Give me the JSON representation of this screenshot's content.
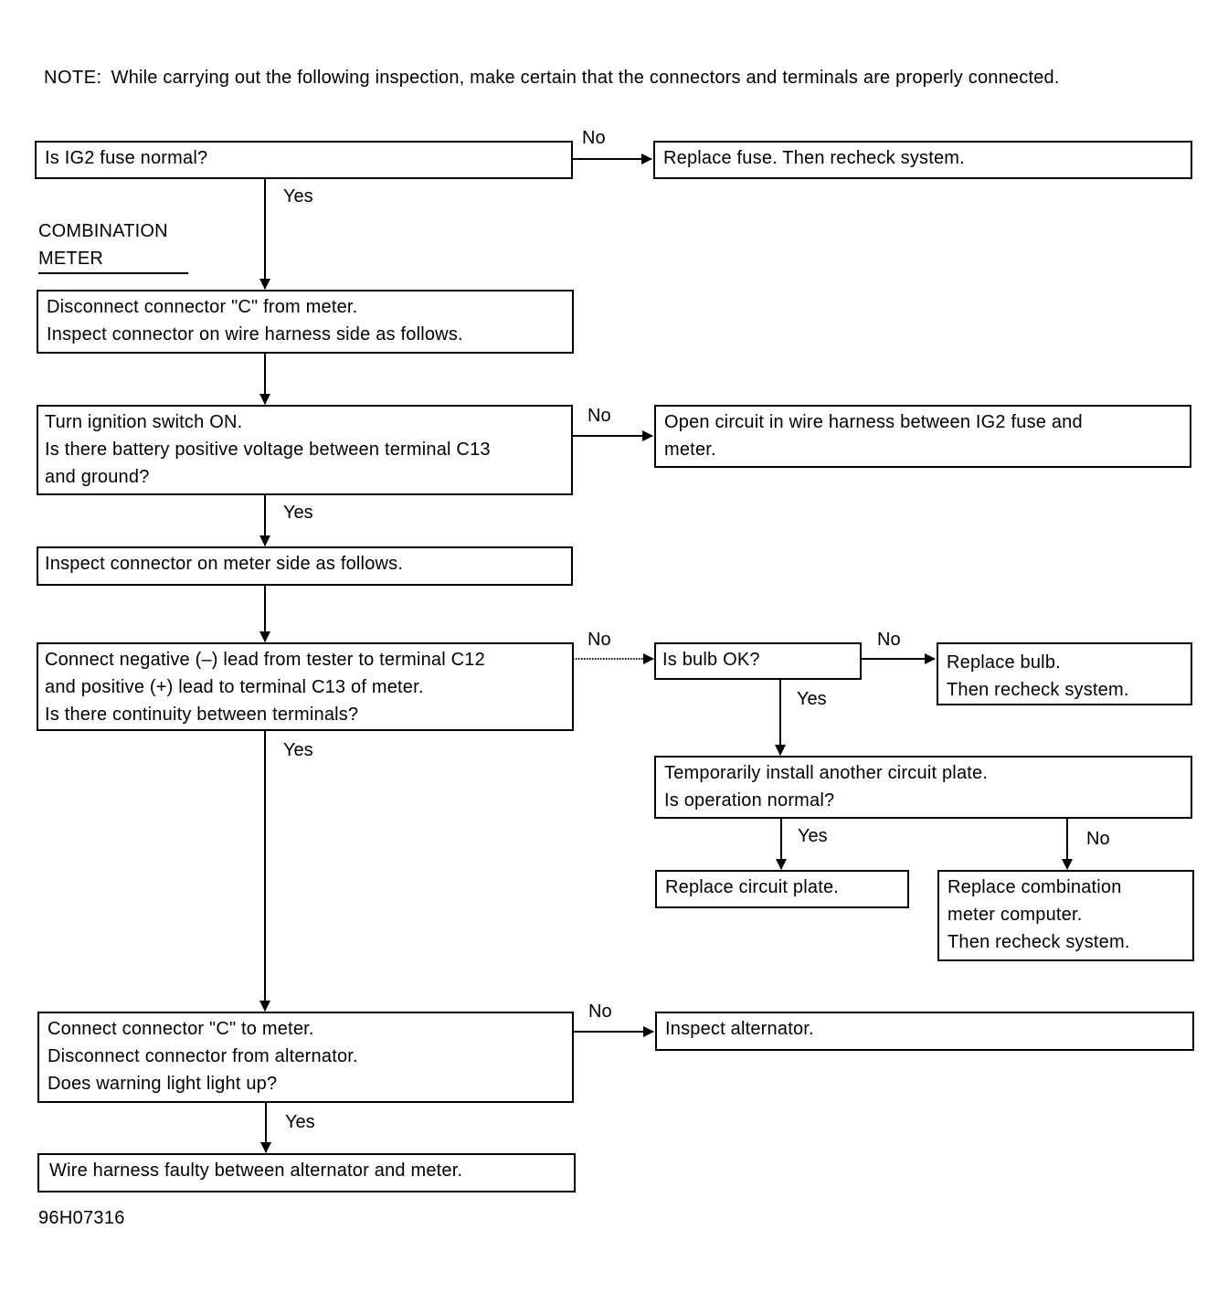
{
  "note": {
    "label": "NOTE:",
    "text": "While carrying out the following inspection, make certain that the connectors and terminals are properly connected."
  },
  "section_heading": "COMBINATION\nMETER",
  "boxes": {
    "ig2_fuse": "Is IG2 fuse normal?",
    "replace_fuse": "Replace fuse. Then recheck system.",
    "disconnect_c": "Disconnect connector \"C\" from meter.\nInspect connector on wire harness side as follows.",
    "turn_ignition": "Turn ignition switch ON.\nIs there battery positive voltage between terminal C13\nand ground?",
    "open_circuit": "Open circuit in wire harness between IG2 fuse and\nmeter.",
    "inspect_meter_side": "Inspect connector on meter side as follows.",
    "connect_negative": "Connect negative (–) lead from tester to terminal C12\nand positive (+) lead to terminal C13 of meter.\nIs there continuity between terminals?",
    "bulb_ok": "Is bulb OK?",
    "replace_bulb": "Replace bulb.\nThen recheck system.",
    "temp_install": "Temporarily install another circuit plate.\nIs operation normal?",
    "replace_circuit_plate": "Replace circuit plate.",
    "replace_computer": "Replace combination\nmeter computer.\nThen recheck system.",
    "connect_c_meter": "Connect connector \"C\" to meter.\nDisconnect connector from alternator.\nDoes warning light light up?",
    "inspect_alternator": "Inspect alternator.",
    "wire_harness_faulty": "Wire harness faulty between alternator and meter."
  },
  "labels": {
    "yes": "Yes",
    "no": "No"
  },
  "figure_id": "96H07316"
}
